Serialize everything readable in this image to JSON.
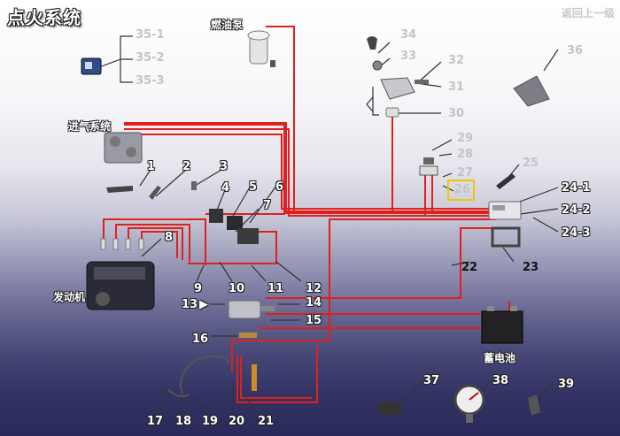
{
  "header": {
    "title": "点火系统",
    "back_link": "返回上一级"
  },
  "components": {
    "fuel_pump": "燃油泵",
    "intake_system": "进气系统",
    "engine": "发动机",
    "battery": "蓄电池"
  },
  "callouts": {
    "n1": "1",
    "n2": "2",
    "n3": "3",
    "n4": "4",
    "n5": "5",
    "n6": "6",
    "n7": "7",
    "n8": "8",
    "n9": "9",
    "n10": "10",
    "n11": "11",
    "n12": "12",
    "n13": "13",
    "n14": "14",
    "n15": "15",
    "n16": "16",
    "n17": "17",
    "n18": "18",
    "n19": "19",
    "n20": "20",
    "n21": "21",
    "n22": "22",
    "n23": "23",
    "n24_1": "24-1",
    "n24_2": "24-2",
    "n24_3": "24-3",
    "n25": "25",
    "n26": "26",
    "n27": "27",
    "n28": "28",
    "n29": "29",
    "n30": "30",
    "n31": "31",
    "n32": "32",
    "n33": "33",
    "n34": "34",
    "n35_1": "35-1",
    "n35_2": "35-2",
    "n35_3": "35-3",
    "n36": "36",
    "n37": "37",
    "n38": "38",
    "n39": "39"
  },
  "highlighted_callout": "26",
  "colors": {
    "wire": "#e0201c",
    "leader": "#333333",
    "highlight": "#f3c600"
  }
}
